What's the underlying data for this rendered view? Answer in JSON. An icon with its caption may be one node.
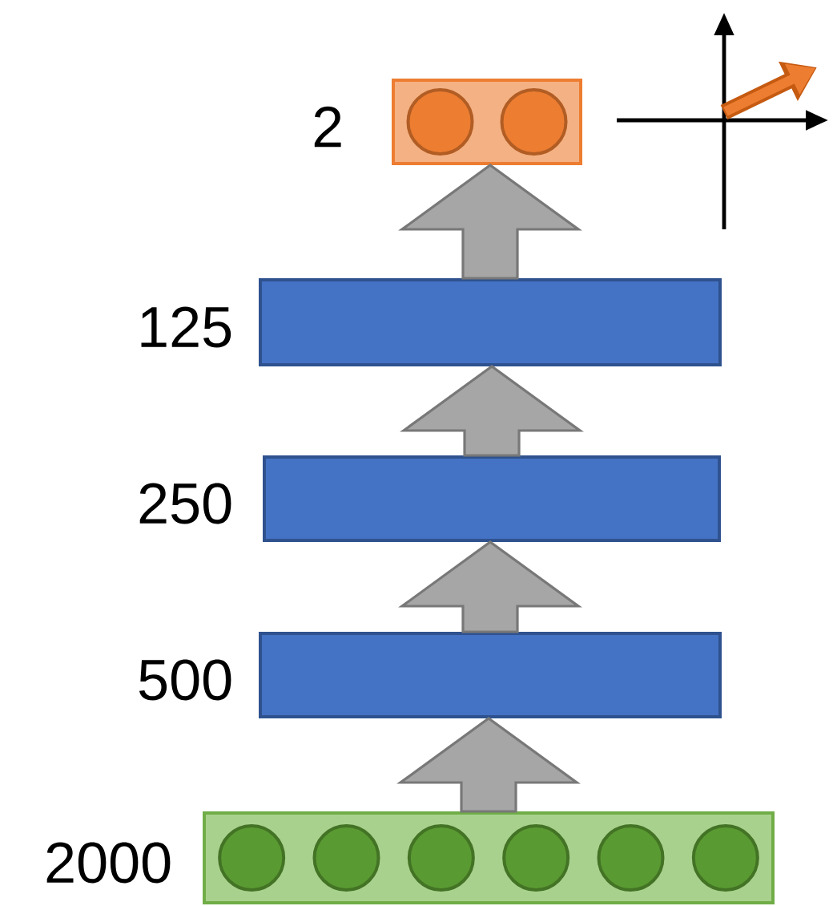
{
  "diagram": {
    "nodes": [
      {
        "text": [],
        "shape": "box",
        "beside": [
          "2"
        ]
      },
      {
        "text": [],
        "shape": "box",
        "beside": [
          "125"
        ]
      },
      {
        "text": [],
        "shape": "box",
        "beside": [
          "250"
        ]
      },
      {
        "text": [],
        "shape": "box",
        "beside": [
          "500"
        ]
      },
      {
        "text": [],
        "shape": "box",
        "beside": [
          "2000"
        ]
      }
    ],
    "edges": [
      {
        "from": 4,
        "to": 3,
        "arrow": "to"
      },
      {
        "from": 3,
        "to": 2,
        "arrow": "to"
      },
      {
        "from": 2,
        "to": 1,
        "arrow": "to"
      },
      {
        "from": 1,
        "to": 0,
        "arrow": "to"
      }
    ]
  }
}
